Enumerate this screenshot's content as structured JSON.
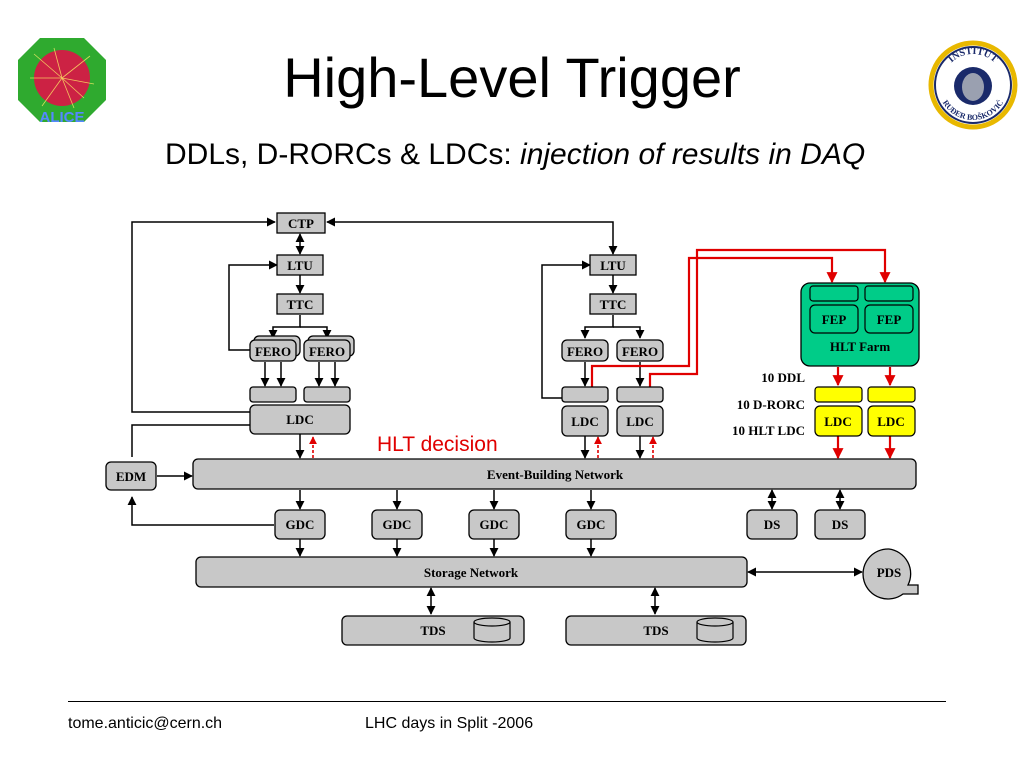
{
  "slide": {
    "title": "High-Level Trigger",
    "subtitle_main": "DDLs, D-RORCs & LDCs: ",
    "subtitle_italic": "injection of results in DAQ",
    "left_logo_text": "ALICE",
    "right_logo_top": "INSTITUT",
    "right_logo_bottom": "RUĐER BOŠKOVIĆ"
  },
  "diagram": {
    "ctp": "CTP",
    "ltu_left": "LTU",
    "ltu_right": "LTU",
    "ttc_left": "TTC",
    "ttc_right": "TTC",
    "fero": [
      "FERO",
      "FERO",
      "FERO",
      "FERO"
    ],
    "ldc_left": "LDC",
    "ldc_mid": [
      "LDC",
      "LDC"
    ],
    "ldc_hlt": [
      "LDC",
      "LDC"
    ],
    "fep": [
      "FEP",
      "FEP"
    ],
    "hlt_farm": "HLT Farm",
    "ddl_label": "10 DDL",
    "drorc_label": "10 D-RORC",
    "hlt_ldc_label": "10 HLT LDC",
    "hlt_decision": "HLT decision",
    "edm": "EDM",
    "event_building_network": "Event-Building Network",
    "gdc": [
      "GDC",
      "GDC",
      "GDC",
      "GDC"
    ],
    "ds": [
      "DS",
      "DS"
    ],
    "storage_network": "Storage Network",
    "pds": "PDS",
    "tds": [
      "TDS",
      "TDS"
    ]
  },
  "footer": {
    "email": "tome.anticic@cern.ch",
    "event": "LHC days in Split -2006"
  },
  "colors": {
    "box_gray": "#c8c8c8",
    "hlt_green": "#00cc88",
    "hlt_yellow": "#ffff00",
    "hlt_red": "#e00000"
  }
}
